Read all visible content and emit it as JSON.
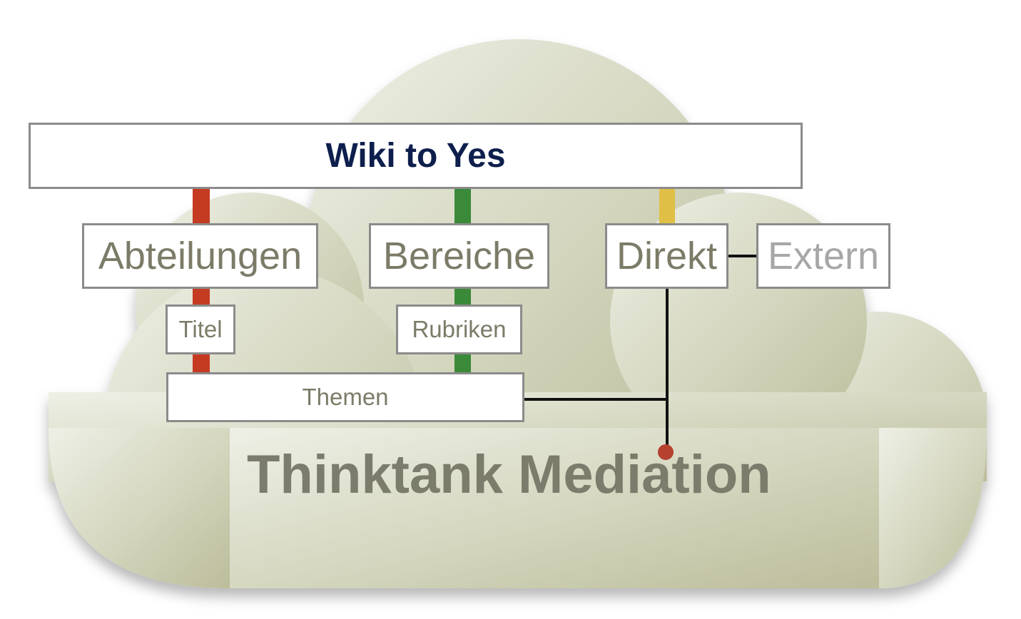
{
  "title": "Wiki to Yes",
  "nodes": {
    "abteilungen": "Abteilungen",
    "bereiche": "Bereiche",
    "direkt": "Direkt",
    "extern": "Extern",
    "titel": "Titel",
    "rubriken": "Rubriken",
    "themen": "Themen"
  },
  "footer": "Thinktank Mediation",
  "colors": {
    "cloud_light": "#eceee2",
    "cloud_dark": "#bdbf9c",
    "title_text": "#0e1f4d",
    "node_text": "#7c7b68",
    "extern_text": "#a7a7a7",
    "box_border": "#8b8b8b",
    "red_branch": "#c43b22",
    "green_branch": "#3a8a39",
    "yellow_branch": "#dfbf45",
    "connector": "#111111",
    "endpoint_dot": "#b5412e"
  },
  "connections": [
    {
      "from": "Wiki to Yes",
      "to": "Abteilungen",
      "color": "red"
    },
    {
      "from": "Abteilungen",
      "to": "Titel",
      "color": "red"
    },
    {
      "from": "Titel",
      "to": "Themen",
      "color": "red"
    },
    {
      "from": "Wiki to Yes",
      "to": "Bereiche",
      "color": "green"
    },
    {
      "from": "Bereiche",
      "to": "Rubriken",
      "color": "green"
    },
    {
      "from": "Rubriken",
      "to": "Themen",
      "color": "green"
    },
    {
      "from": "Wiki to Yes",
      "to": "Direkt",
      "color": "yellow"
    },
    {
      "from": "Direkt",
      "to": "Extern",
      "color": "black"
    },
    {
      "from": "Direkt",
      "to": "Thinktank Mediation",
      "color": "black"
    },
    {
      "from": "Themen",
      "to": "Direkt line",
      "color": "black"
    }
  ]
}
